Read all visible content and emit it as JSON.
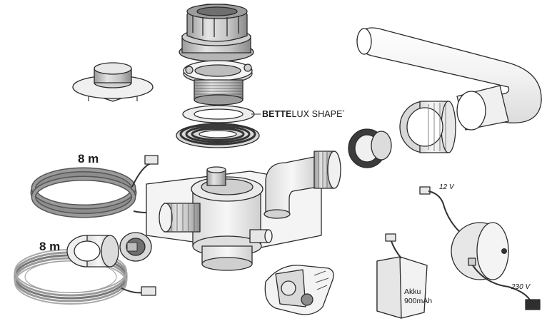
{
  "labels": {
    "cable_upper_length": "8 m",
    "cable_lower_length": "8 m",
    "brand_bold": "BETTE",
    "brand_rest": "LUX SHAPE",
    "brand_mark": "*",
    "voltage_low": "12 V",
    "voltage_high": "230 V",
    "battery_line1": "Akku",
    "battery_line2": "900mAh"
  },
  "colors": {
    "outline": "#2b2b2b",
    "part_light": "#f1f1f1",
    "part_mid": "#d2d2d2",
    "part_dark": "#8c8c8c",
    "seal_dark": "#3a3a3a"
  }
}
